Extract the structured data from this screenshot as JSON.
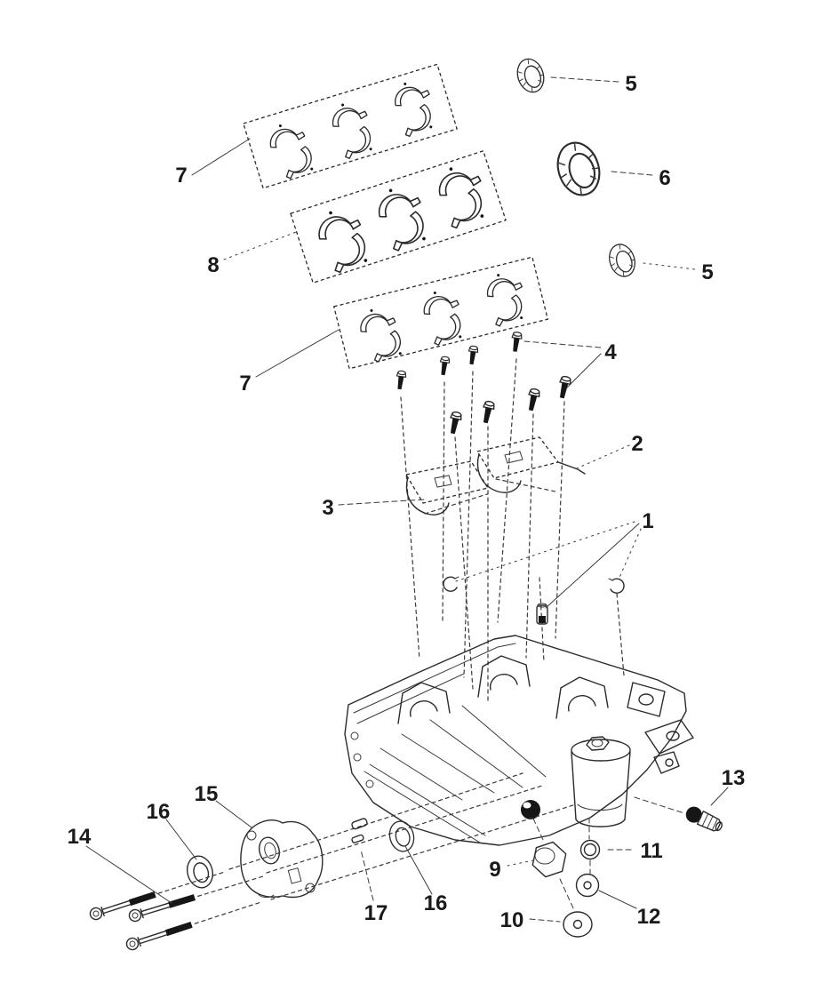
{
  "figure": {
    "type": "exploded-parts-diagram",
    "subject": "engine crankcase assembly",
    "background_color": "#ffffff",
    "line_color": "#2b2b2b",
    "label_color": "#1a1a1a"
  },
  "callouts": [
    {
      "id": "7-top",
      "text": "7",
      "part": "bearing-shell-set"
    },
    {
      "id": "8",
      "text": "8",
      "part": "bearing-shell-set"
    },
    {
      "id": "7-mid",
      "text": "7",
      "part": "bearing-shell-set"
    },
    {
      "id": "5-top",
      "text": "5",
      "part": "oil-seal-small"
    },
    {
      "id": "6",
      "text": "6",
      "part": "oil-seal-large"
    },
    {
      "id": "5-mid",
      "text": "5",
      "part": "oil-seal-small"
    },
    {
      "id": "4",
      "text": "4",
      "part": "cap-bolt"
    },
    {
      "id": "2",
      "text": "2",
      "part": "bearing-cap-right"
    },
    {
      "id": "3",
      "text": "3",
      "part": "bearing-cap-left"
    },
    {
      "id": "1",
      "text": "1",
      "part": "dowel-stud"
    },
    {
      "id": "13",
      "text": "13",
      "part": "fitting-plug"
    },
    {
      "id": "15",
      "text": "15",
      "part": "oil-pump"
    },
    {
      "id": "16-left",
      "text": "16",
      "part": "o-ring"
    },
    {
      "id": "14",
      "text": "14",
      "part": "pump-bolt"
    },
    {
      "id": "11",
      "text": "11",
      "part": "seal-ring"
    },
    {
      "id": "9",
      "text": "9",
      "part": "drain-plug"
    },
    {
      "id": "16-right",
      "text": "16",
      "part": "o-ring"
    },
    {
      "id": "17",
      "text": "17",
      "part": "dowel-pin"
    },
    {
      "id": "10",
      "text": "10",
      "part": "washer"
    },
    {
      "id": "12",
      "text": "12",
      "part": "sealing-washer"
    }
  ]
}
